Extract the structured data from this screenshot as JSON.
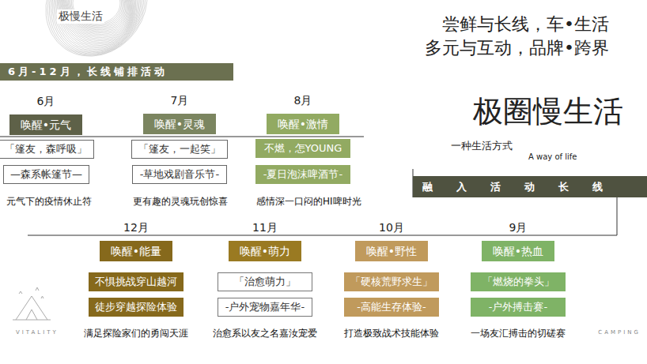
{
  "diagram": {
    "title": "极圈慢生活",
    "nodes": [
      {
        "text": [
          "6月-12月，长线铺排活动"
        ]
      },
      {
        "text": [
          "6月",
          "唤醒•元气"
        ]
      },
      {
        "text": [
          "「篷友，森呼吸」"
        ]
      },
      {
        "text": [
          "—森系帐篷节—"
        ]
      },
      {
        "text": [
          "7月",
          "唤醒•灵魂"
        ]
      },
      {
        "text": [
          "「篷友，一起笑」"
        ]
      },
      {
        "text": [
          "-草地戏剧音乐节-"
        ]
      },
      {
        "text": [
          "8月",
          "唤醒•激情"
        ]
      },
      {
        "text": [
          "不燃，怎YOUNG"
        ]
      },
      {
        "text": [
          "-夏日泡沫啤酒节-"
        ]
      },
      {
        "text": [
          "融入活动长线"
        ]
      },
      {
        "text": [
          "12月",
          "唤醒•能量"
        ]
      },
      {
        "text": [
          "不惧挑战穿山越河"
        ]
      },
      {
        "text": [
          "徒步穿越探险体验"
        ]
      },
      {
        "text": [
          "11月",
          "唤醒•萌力"
        ]
      },
      {
        "text": [
          "「治愈萌力」"
        ]
      },
      {
        "text": [
          "-户外宠物嘉年华-"
        ]
      },
      {
        "text": [
          "10月",
          "唤醒•野性"
        ]
      },
      {
        "text": [
          "「硬核荒野求生」"
        ]
      },
      {
        "text": [
          "-高能生存体验-"
        ]
      },
      {
        "text": [
          "9月",
          "唤醒•热血"
        ]
      },
      {
        "text": [
          "「燃烧的拳头」"
        ]
      },
      {
        "text": [
          "-户外搏击赛-"
        ]
      }
    ],
    "labels": [
      "极慢生活",
      "尝鲜与长线，车•生活",
      "多元与互动，品牌•跨界",
      "一种生活方式",
      "A way of life",
      "元气下的疫情休止符",
      "更有趣的灵魂玩创惊喜",
      "感情深一口闷的HI啤时光",
      "满足探险家们的勇闯天涯",
      "治愈系以友之名嘉汝宠爱",
      "打造极致战术技能体验",
      "一场友汇搏击的切磋赛",
      "VITALITY",
      "CAMPING"
    ]
  }
}
